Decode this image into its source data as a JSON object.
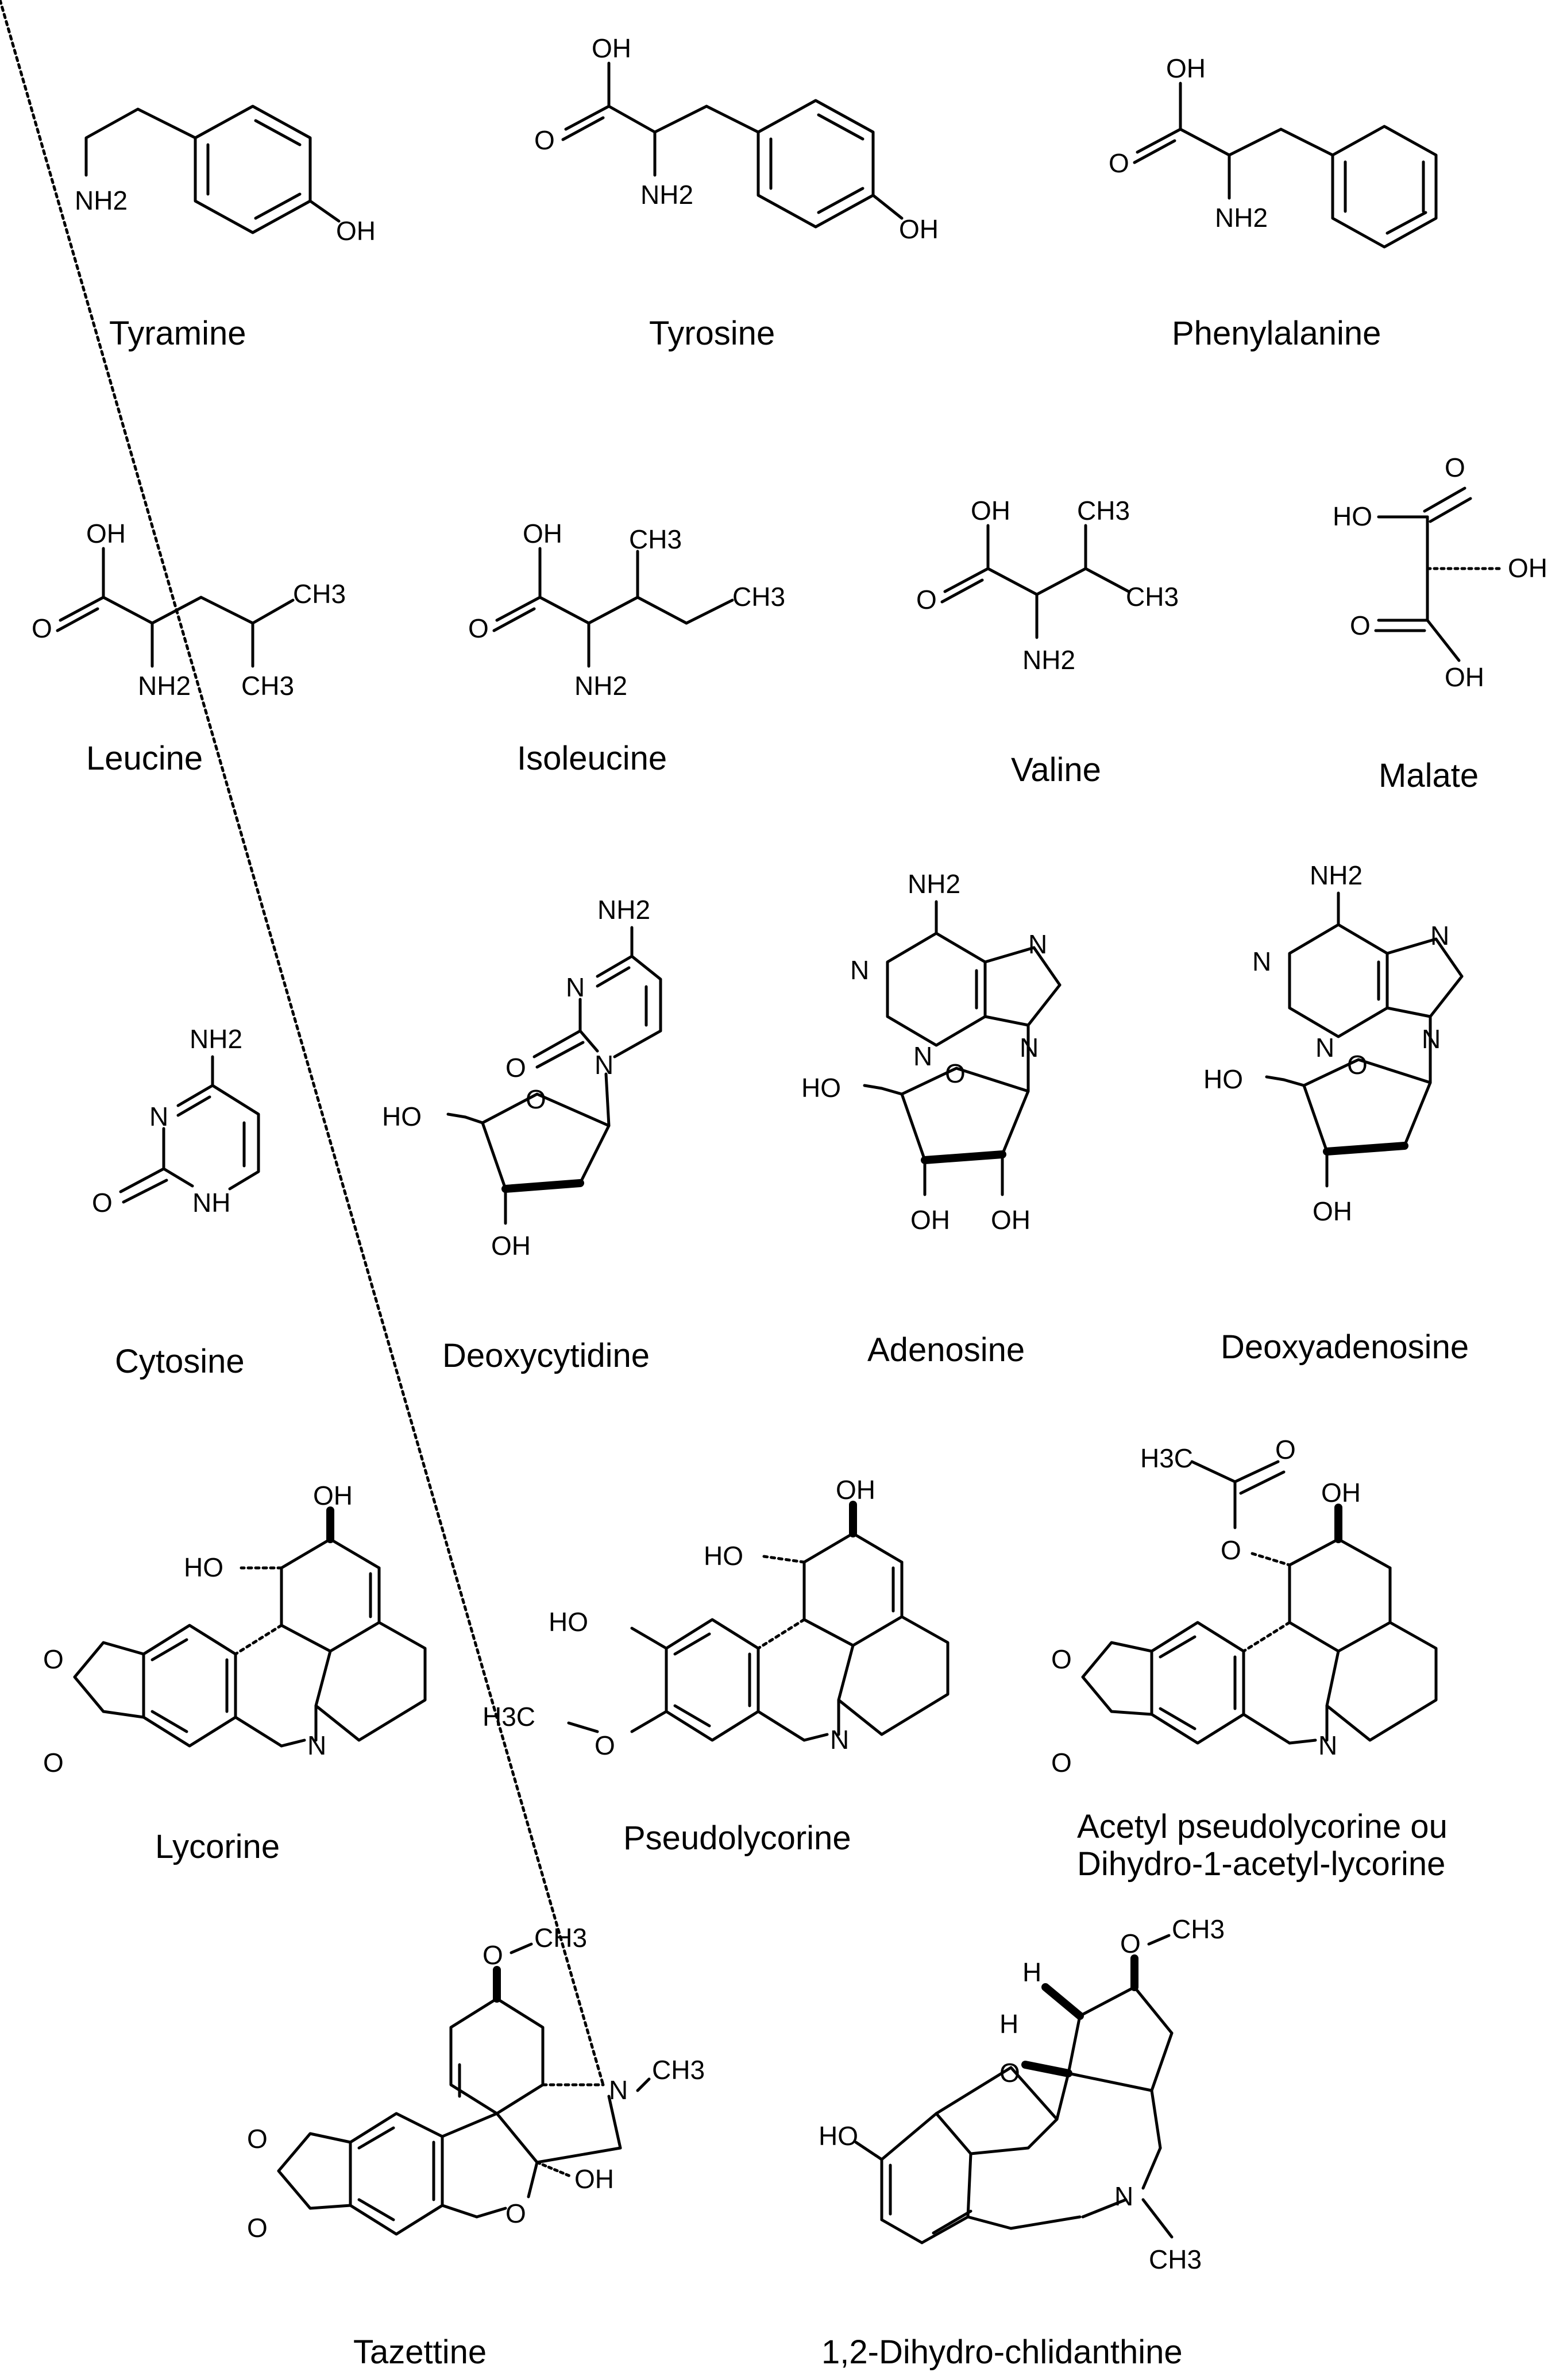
{
  "structures": [
    {
      "name": "Tyramine",
      "labels": [
        "NH2",
        "OH"
      ]
    },
    {
      "name": "Tyrosine",
      "labels": [
        "OH",
        "O",
        "NH2",
        "OH"
      ]
    },
    {
      "name": "Phenylalanine",
      "labels": [
        "OH",
        "O",
        "NH2"
      ]
    },
    {
      "name": "Leucine",
      "labels": [
        "OH",
        "O",
        "NH2",
        "CH3",
        "CH3"
      ]
    },
    {
      "name": "Isoleucine",
      "labels": [
        "OH",
        "O",
        "NH2",
        "CH3",
        "CH3"
      ]
    },
    {
      "name": "Valine",
      "labels": [
        "OH",
        "O",
        "NH2",
        "CH3",
        "CH3"
      ]
    },
    {
      "name": "Malate",
      "labels": [
        "O",
        "HO",
        "OH",
        "O",
        "OH"
      ]
    },
    {
      "name": "Cytosine",
      "labels": [
        "NH2",
        "N",
        "O",
        "NH"
      ]
    },
    {
      "name": "Deoxycytidine",
      "labels": [
        "NH2",
        "N",
        "O",
        "N",
        "HO",
        "O",
        "OH"
      ]
    },
    {
      "name": "Adenosine",
      "labels": [
        "NH2",
        "N",
        "N",
        "N",
        "N",
        "HO",
        "O",
        "OH",
        "OH"
      ]
    },
    {
      "name": "Deoxyadenosine",
      "labels": [
        "NH2",
        "N",
        "N",
        "N",
        "N",
        "HO",
        "O",
        "OH"
      ]
    },
    {
      "name": "Lycorine",
      "labels": [
        "OH",
        "HO",
        "O",
        "O",
        "N"
      ]
    },
    {
      "name": "Pseudolycorine",
      "labels": [
        "OH",
        "HO",
        "HO",
        "H3C",
        "O",
        "N"
      ]
    },
    {
      "name": "Acetyl pseudolycorine ou",
      "name2": "Dihydro-1-acetyl-lycorine",
      "labels": [
        "H3C",
        "O",
        "OH",
        "O",
        "O",
        "O",
        "N"
      ]
    },
    {
      "name": "Tazettine",
      "labels": [
        "O",
        "CH3",
        "N",
        "CH3",
        "O",
        "O",
        "O",
        "OH"
      ]
    },
    {
      "name": "1,2-Dihydro-chlidanthine",
      "labels": [
        "H",
        "O",
        "CH3",
        "H",
        "O",
        "HO",
        "N",
        "CH3"
      ]
    }
  ]
}
